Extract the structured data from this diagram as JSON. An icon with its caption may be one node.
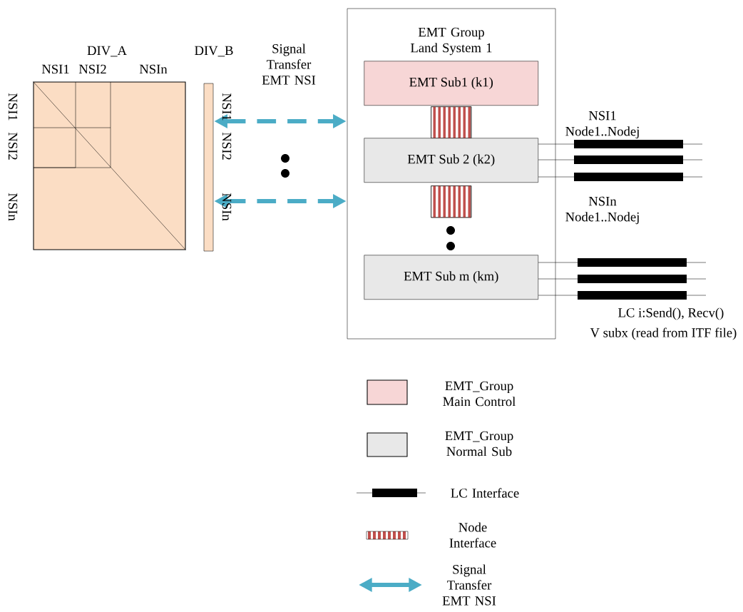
{
  "diagram": {
    "nodes": [
      {
        "text": [
          "DIV_A"
        ]
      },
      {
        "text": [
          "DIV_B"
        ]
      },
      {
        "text": [
          "EMT Group Land System 1"
        ]
      },
      {
        "text": [
          "EMT Sub1 (k1)"
        ],
        "in": 2
      },
      {
        "text": [],
        "shape": "bar",
        "in": 2
      },
      {
        "text": [
          "EMT Sub 2 (k2)"
        ],
        "in": 2
      },
      {
        "text": [],
        "shape": "bar",
        "in": 2
      },
      {
        "text": [
          "EMT Sub m (km)"
        ],
        "in": 2
      }
    ],
    "edges": [
      {
        "from": 1,
        "to": 2,
        "arrow": "both",
        "style": "dashed"
      },
      {
        "from": 1,
        "to": 2,
        "arrow": "both",
        "style": "dashed"
      }
    ],
    "labels": [
      "Signal Transfer EMT NSI",
      "NSI1",
      "NSI2",
      "NSIn",
      "NSI1",
      "NSI2",
      "NSIn",
      "NSI1",
      "NSI2",
      "NSIn",
      "NSI1 Node1..Nodej",
      "NSIn Node1..Nodej",
      "LC i:Send(), Recv()",
      "V subx (read from ITF file)"
    ],
    "legend": [
      {
        "text": "EMT_Group Main Control"
      },
      {
        "text": "EMT_Group Normal Sub"
      },
      {
        "text": "LC Interface"
      },
      {
        "text": "Node Interface"
      },
      {
        "text": "Signal Transfer EMT NSI"
      }
    ]
  }
}
